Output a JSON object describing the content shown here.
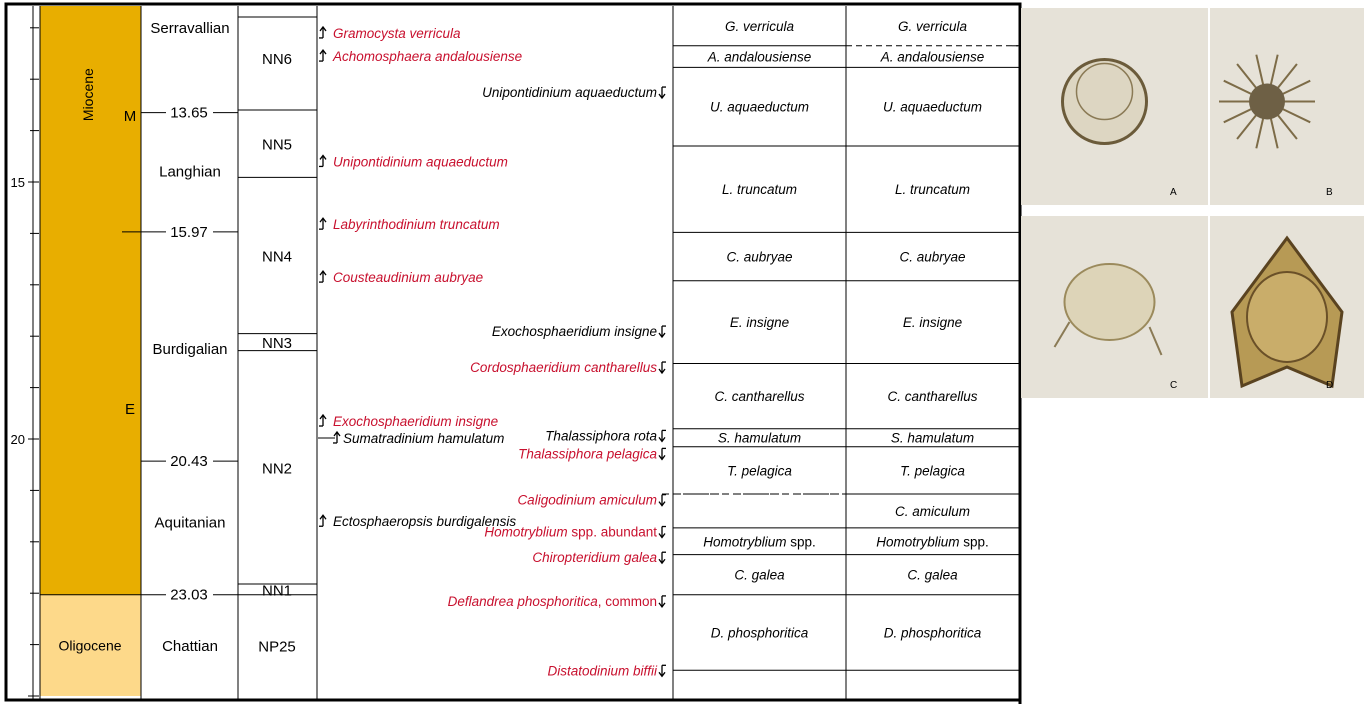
{
  "left_axis": {
    "ticks": [
      {
        "label": "15",
        "ma": 15
      },
      {
        "label": "20",
        "ma": 20
      }
    ]
  },
  "epochs": [
    {
      "name": "Miocene",
      "color": "#e8ae00",
      "top_ma": 11.0,
      "bottom_ma": 23.03
    },
    {
      "name": "Oligocene",
      "color": "#fdd98a",
      "top_ma": 23.03,
      "bottom_ma": 25.0
    }
  ],
  "subepochs": [
    {
      "label": "M",
      "ma": 13.7
    },
    {
      "label": "E",
      "ma": 19.4
    }
  ],
  "stages": [
    {
      "name": "Serravallian",
      "ma": 12.0
    },
    {
      "name": "Langhian",
      "ma": 14.8
    },
    {
      "name": "Burdigalian",
      "ma": 18.25
    },
    {
      "name": "Aquitanian",
      "ma": 21.62
    },
    {
      "name": "Chattian",
      "ma": 24.03
    }
  ],
  "ages": [
    {
      "label": "13.65",
      "ma": 13.65
    },
    {
      "label": "15.97",
      "ma": 15.97
    },
    {
      "label": "20.43",
      "ma": 20.43
    },
    {
      "label": "23.03",
      "ma": 23.03
    }
  ],
  "nanno_zones": [
    {
      "name": "NN6",
      "top": 11.15,
      "bottom": 13.6
    },
    {
      "name": "NN5",
      "top": 13.6,
      "bottom": 14.91
    },
    {
      "name": "NN4",
      "top": 14.91,
      "bottom": 17.95
    },
    {
      "name": "NN3",
      "top": 17.95,
      "bottom": 18.28
    },
    {
      "name": "NN2",
      "top": 18.28,
      "bottom": 22.82
    },
    {
      "name": "NN1",
      "top": 22.82,
      "bottom": 23.03
    },
    {
      "name": "NP25",
      "top": 23.03,
      "bottom": 25.0
    }
  ],
  "events": [
    {
      "text": "Gramocysta verricula",
      "ma": 12.1,
      "side": "left",
      "dir": "up",
      "red": true
    },
    {
      "text": "Achomosphaera andalousiense",
      "ma": 12.55,
      "side": "left",
      "dir": "up",
      "red": true
    },
    {
      "text": "Unipontidinium aquaeductum",
      "ma": 13.25,
      "side": "right",
      "dir": "down",
      "red": false
    },
    {
      "text": "Unipontidinium aquaeductum",
      "ma": 14.6,
      "side": "left",
      "dir": "up",
      "red": true
    },
    {
      "text": "Labyrinthodinium truncatum",
      "ma": 15.82,
      "side": "left",
      "dir": "up",
      "red": true
    },
    {
      "text": "Cousteaudinium aubryae",
      "ma": 16.85,
      "side": "left",
      "dir": "up",
      "red": true
    },
    {
      "text": "Exochosphaeridium insigne",
      "ma": 17.9,
      "side": "right",
      "dir": "down",
      "red": false
    },
    {
      "text": "Cordosphaeridium cantharellus",
      "ma": 18.6,
      "side": "right",
      "dir": "down",
      "red": true
    },
    {
      "text": "Exochosphaeridium insigne",
      "ma": 19.65,
      "side": "left",
      "dir": "up",
      "red": true
    },
    {
      "text": "Sumatradinium hamulatum",
      "ma": 19.98,
      "side": "left2",
      "dir": "up",
      "red": false
    },
    {
      "text": "Thalassiphora rota",
      "ma": 19.93,
      "side": "right",
      "dir": "down",
      "red": false
    },
    {
      "text": "Thalassiphora pelagica",
      "ma": 20.28,
      "side": "right",
      "dir": "down",
      "red": true
    },
    {
      "text": "Caligodinium amiculum",
      "ma": 21.18,
      "side": "right",
      "dir": "down",
      "red": true
    },
    {
      "text": "Ectosphaeropsis burdigalensis",
      "ma": 21.6,
      "side": "left",
      "dir": "up",
      "red": false
    },
    {
      "text": "Homotryblium",
      "tail": " spp. abundant",
      "ma": 21.8,
      "side": "right",
      "dir": "down",
      "red": true
    },
    {
      "text": "Chiropteridium galea",
      "ma": 22.3,
      "side": "right",
      "dir": "down",
      "red": true
    },
    {
      "text": "Deflandrea phosphoritica",
      "tail": ", common",
      "ma": 23.15,
      "side": "right",
      "dir": "down",
      "red": true
    },
    {
      "text": "Distatodinium biffii",
      "ma": 24.5,
      "side": "right",
      "dir": "down",
      "red": true
    }
  ],
  "zones_col1": [
    {
      "name": "G. verricula",
      "top": 11.1,
      "bottom": 12.35
    },
    {
      "name": "A. andalousiense",
      "top": 12.35,
      "bottom": 12.77
    },
    {
      "name": "U. aquaeductum",
      "top": 12.77,
      "bottom": 14.3
    },
    {
      "name": "L. truncatum",
      "top": 14.3,
      "bottom": 15.98
    },
    {
      "name": "C. aubryae",
      "top": 15.98,
      "bottom": 16.92
    },
    {
      "name": "E. insigne",
      "top": 16.92,
      "bottom": 18.53
    },
    {
      "name": "C. cantharellus",
      "top": 18.53,
      "bottom": 19.8
    },
    {
      "name": "S. hamulatum",
      "top": 19.8,
      "bottom": 20.15
    },
    {
      "name": "T. pelagica",
      "top": 20.15,
      "bottom": 21.07
    },
    {
      "name": "",
      "top": 21.07,
      "bottom": 21.73
    },
    {
      "name": "Homotryblium",
      "tail": " spp.",
      "top": 21.73,
      "bottom": 22.25
    },
    {
      "name": "C. galea",
      "top": 22.25,
      "bottom": 23.03
    },
    {
      "name": "D. phosphoritica",
      "top": 23.03,
      "bottom": 24.5
    },
    {
      "name": "",
      "top": 24.5,
      "bottom": 25.0
    }
  ],
  "zones_col2": [
    {
      "name": "G. verricula",
      "top": 11.1,
      "bottom": 12.35
    },
    {
      "name": "A. andalousiense",
      "top": 12.35,
      "bottom": 12.77
    },
    {
      "name": "U. aquaeductum",
      "top": 12.77,
      "bottom": 14.3
    },
    {
      "name": "L. truncatum",
      "top": 14.3,
      "bottom": 15.98
    },
    {
      "name": "C. aubryae",
      "top": 15.98,
      "bottom": 16.92
    },
    {
      "name": "E. insigne",
      "top": 16.92,
      "bottom": 18.53
    },
    {
      "name": "C. cantharellus",
      "top": 18.53,
      "bottom": 19.8
    },
    {
      "name": "S. hamulatum",
      "top": 19.8,
      "bottom": 20.15
    },
    {
      "name": "T. pelagica",
      "top": 20.15,
      "bottom": 21.07
    },
    {
      "name": "C. amiculum",
      "top": 21.07,
      "bottom": 21.73
    },
    {
      "name": "Homotryblium",
      "tail": " spp.",
      "top": 21.73,
      "bottom": 22.25
    },
    {
      "name": "C. galea",
      "top": 22.25,
      "bottom": 23.03
    },
    {
      "name": "D. phosphoritica",
      "top": 23.03,
      "bottom": 24.5
    },
    {
      "name": "",
      "top": 24.5,
      "bottom": 25.0
    }
  ],
  "photos": [
    {
      "label": "A"
    },
    {
      "label": "B"
    },
    {
      "label": "C"
    },
    {
      "label": "D"
    }
  ],
  "colors": {
    "red": "#c8102e",
    "black": "#000000",
    "photo_bg": "#e6e2d8",
    "cyst": "#b79a55"
  }
}
